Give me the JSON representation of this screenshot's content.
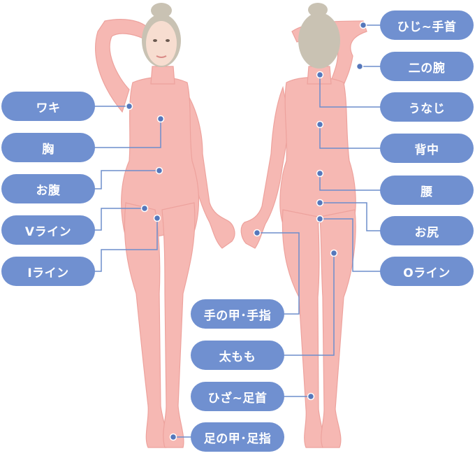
{
  "colors": {
    "pill": "#7090d0",
    "line": "#6d8dcc",
    "dot": "#5577bb",
    "skin": "#f6b8b3",
    "skin_edge": "#eda29d",
    "hair": "#c9c2b3",
    "face": "#f7ddd0"
  },
  "labels": {
    "waki": "ワキ",
    "mune": "胸",
    "ohara": "お腹",
    "v_line": "Vライン",
    "i_line": "Iライン",
    "hiji_tekubi": "ひじ~手首",
    "ni_no_ude": "二の腕",
    "unaji": "うなじ",
    "senaka": "背中",
    "koshi": "腰",
    "oshiri": "お尻",
    "o_line": "Oライン",
    "te_no_kou": "手の甲･手指",
    "futomomo": "太もも",
    "hiza_ashikubi": "ひざ~足首",
    "ashi_no_kou": "足の甲･足指"
  }
}
